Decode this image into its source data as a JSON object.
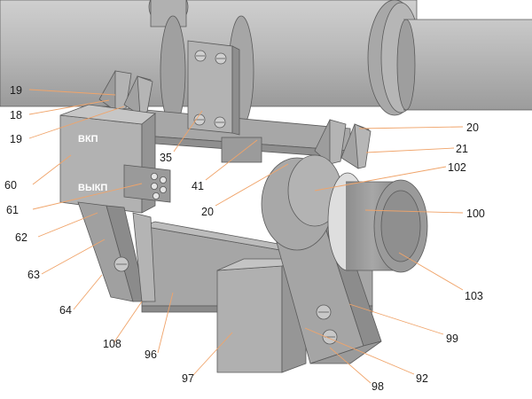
{
  "figure": {
    "surface_labels": {
      "top": "ВКП",
      "bottom": "ВЫКП"
    },
    "callouts": [
      {
        "id": "c19a",
        "text": "19"
      },
      {
        "id": "c18",
        "text": "18"
      },
      {
        "id": "c19b",
        "text": "19"
      },
      {
        "id": "c60",
        "text": "60"
      },
      {
        "id": "c61",
        "text": "61"
      },
      {
        "id": "c62",
        "text": "62"
      },
      {
        "id": "c63",
        "text": "63"
      },
      {
        "id": "c64",
        "text": "64"
      },
      {
        "id": "c108",
        "text": "108"
      },
      {
        "id": "c96",
        "text": "96"
      },
      {
        "id": "c97",
        "text": "97"
      },
      {
        "id": "c35",
        "text": "35"
      },
      {
        "id": "c41",
        "text": "41"
      },
      {
        "id": "c20a",
        "text": "20"
      },
      {
        "id": "c20b",
        "text": "20"
      },
      {
        "id": "c21",
        "text": "21"
      },
      {
        "id": "c102",
        "text": "102"
      },
      {
        "id": "c100",
        "text": "100"
      },
      {
        "id": "c103",
        "text": "103"
      },
      {
        "id": "c99",
        "text": "99"
      },
      {
        "id": "c92",
        "text": "92"
      },
      {
        "id": "c98",
        "text": "98"
      }
    ]
  },
  "colors": {
    "leader": "#f0a46a",
    "body_light": "#b9b9b9",
    "body_mid": "#a3a3a3",
    "body_dark": "#8a8a8a",
    "label_text": "#ffffff"
  }
}
